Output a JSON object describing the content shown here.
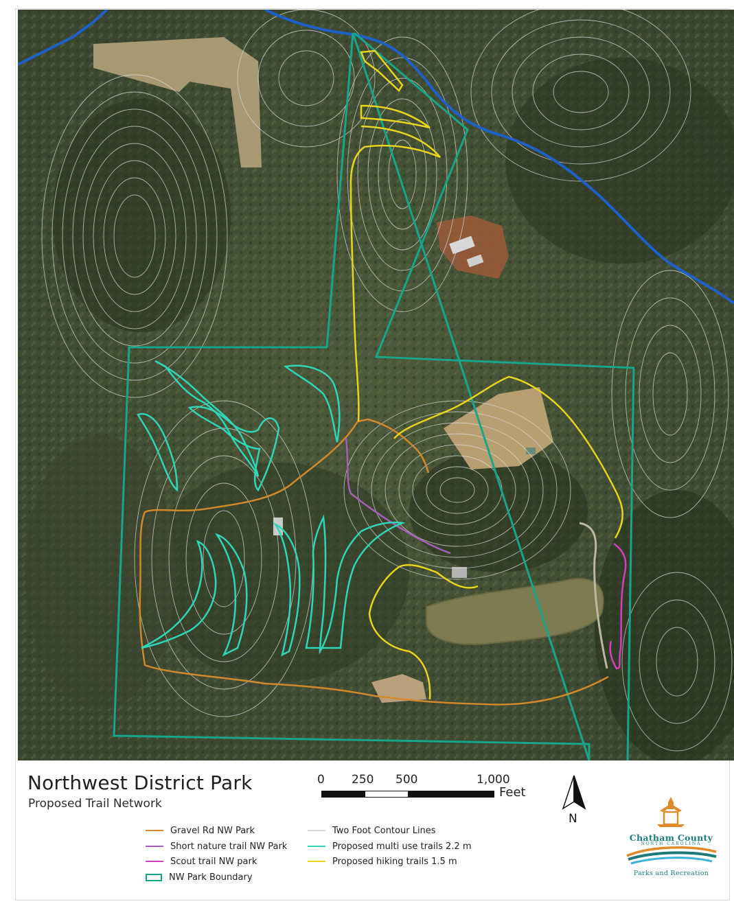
{
  "map": {
    "title": "Northwest District Park",
    "subtitle": "Proposed Trail Network",
    "colors": {
      "gravel_road": "#d08a2c",
      "short_nature_trail": "#a65fb8",
      "scout_trail": "#d23fc0",
      "park_boundary": "#17a58c",
      "contour_lines": "#d8d8d8",
      "multi_use_trails": "#2fd6b9",
      "hiking_trails": "#e8d51c",
      "stream": "#1f5fc8"
    }
  },
  "scale_bar": {
    "ticks": [
      "0",
      "250",
      "500",
      "1,000"
    ],
    "unit": "Feet"
  },
  "north_arrow": {
    "label": "N"
  },
  "legend": {
    "items": [
      {
        "label": "Gravel Rd NW Park",
        "color": "#d08a2c",
        "symbol": "line"
      },
      {
        "label": "Short nature trail NW Park",
        "color": "#a65fb8",
        "symbol": "line"
      },
      {
        "label": "Scout trail NW park",
        "color": "#d23fc0",
        "symbol": "line"
      },
      {
        "label": "NW Park Boundary",
        "color": "#17a58c",
        "symbol": "box"
      },
      {
        "label": "Two Foot Contour Lines",
        "color": "#d8d8d8",
        "symbol": "line"
      },
      {
        "label": "Proposed multi use trails 2.2 m",
        "color": "#2fd6b9",
        "symbol": "line"
      },
      {
        "label": "Proposed hiking trails 1.5 m",
        "color": "#e8d51c",
        "symbol": "line"
      }
    ]
  },
  "logo": {
    "name": "Chatham County",
    "state": "NORTH CAROLINA",
    "department": "Parks and Recreation"
  }
}
